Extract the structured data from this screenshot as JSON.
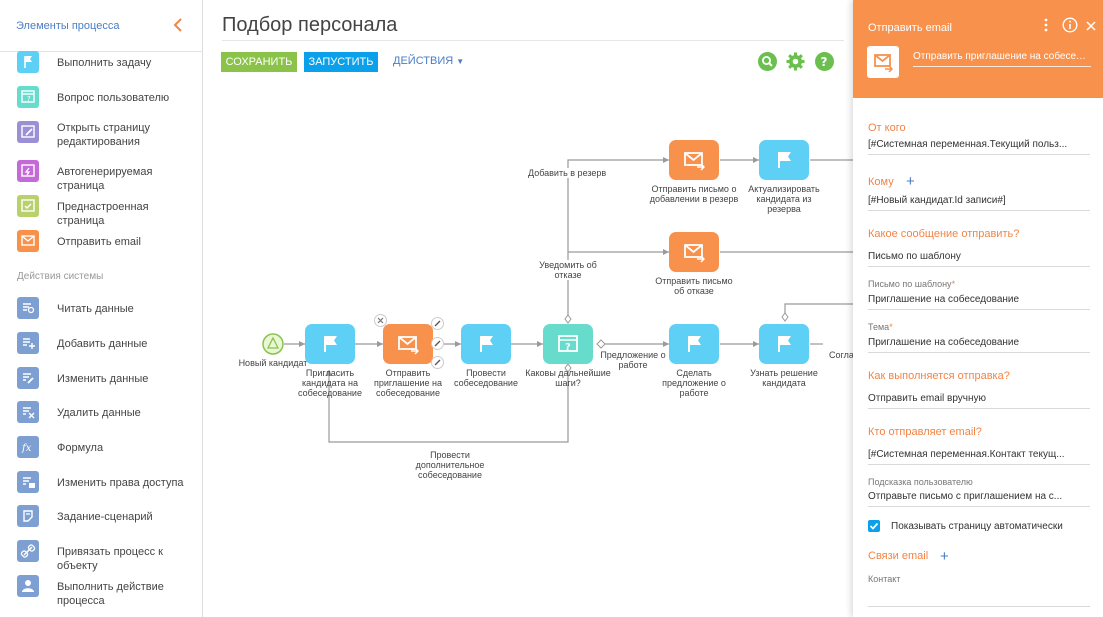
{
  "sidebar": {
    "title": "Элементы процесса",
    "section_system": "Действия системы",
    "items": [
      {
        "label": "Выполнить задачу",
        "icon": "flag-icon",
        "color": "#5ed0f5"
      },
      {
        "label": "Вопрос пользователю",
        "icon": "question-page-icon",
        "color": "#67dccd"
      },
      {
        "label": "Открыть страницу редактирования",
        "icon": "edit-page-icon",
        "color": "#9b8fd6"
      },
      {
        "label": "Автогенерируемая страница",
        "icon": "auto-page-icon",
        "color": "#c46ad8"
      },
      {
        "label": "Преднастроенная страница",
        "icon": "preset-page-icon",
        "color": "#b9d16d"
      },
      {
        "label": "Отправить email",
        "icon": "mail-icon",
        "color": "#f7914c"
      },
      {
        "label": "Читать данные",
        "icon": "read-data-icon",
        "color": "#7d9fd1"
      },
      {
        "label": "Добавить данные",
        "icon": "add-data-icon",
        "color": "#7d9fd1"
      },
      {
        "label": "Изменить данные",
        "icon": "edit-data-icon",
        "color": "#7d9fd1"
      },
      {
        "label": "Удалить данные",
        "icon": "delete-data-icon",
        "color": "#7d9fd1"
      },
      {
        "label": "Формула",
        "icon": "formula-icon",
        "color": "#7d9fd1"
      },
      {
        "label": "Изменить права доступа",
        "icon": "access-rights-icon",
        "color": "#7d9fd1"
      },
      {
        "label": "Задание-сценарий",
        "icon": "script-task-icon",
        "color": "#7d9fd1"
      },
      {
        "label": "Привязать процесс к объекту",
        "icon": "link-process-icon",
        "color": "#7d9fd1"
      },
      {
        "label": "Выполнить действие процесса",
        "icon": "user-action-icon",
        "color": "#7d9fd1"
      }
    ]
  },
  "header": {
    "title": "Подбор персонала",
    "save_label": "СОХРАНИТЬ",
    "run_label": "ЗАПУСТИТЬ",
    "actions_label": "ДЕЙСТВИЯ",
    "icons": [
      "search-icon",
      "gear-icon",
      "help-icon"
    ]
  },
  "diagram": {
    "nodes": {
      "start": "Новый кандидат",
      "invite": "Пригласить кандидата на собеседование",
      "send_invite": "Отправить приглашение на собеседование",
      "interview": "Провести собеседование",
      "next_steps": "Каковы дальнейшие шаги?",
      "send_reserve": "Отправить письмо о добавлении в резерв",
      "update_reserve": "Актуализировать кандидата из резерва",
      "send_reject": "Отправить письмо об отказе",
      "make_offer": "Сделать предложение о работе",
      "learn_decision": "Узнать решение кандидата"
    },
    "edges": {
      "reserve": "Добавить в резерв",
      "notify_reject": "Уведомить об отказе",
      "offer": "Предложение о работе",
      "extra_interview": "Провести дополнительное собеседование",
      "agree_partial": "Согла"
    }
  },
  "panel": {
    "title": "Отправить email",
    "element_name": "Отправить приглашение на собеседование",
    "from_label": "От кого",
    "from_value": "[#Системная переменная.Текущий польз...",
    "to_label": "Кому",
    "to_value": "[#Новый кандидат.Id записи#]",
    "message_label": "Какое сообщение отправить?",
    "message_value": "Письмо по шаблону",
    "template_label": "Письмо по шаблону",
    "template_value": "Приглашение на собеседование",
    "subject_label": "Тема",
    "subject_value": "Приглашение на собеседование",
    "send_mode_label": "Как выполняется отправка?",
    "send_mode_value": "Отправить email вручную",
    "sender_label": "Кто отправляет email?",
    "sender_value": "[#Системная переменная.Контакт текущ...",
    "hint_label": "Подсказка пользователю",
    "hint_value": "Отправьте письмо с приглашением на с...",
    "show_page_label": "Показывать страницу автоматически",
    "show_page_checked": true,
    "links_label": "Связи email",
    "contact_label": "Контакт",
    "contact_value": ""
  },
  "colors": {
    "accent_orange": "#f7914c",
    "accent_blue": "#0ba1ea",
    "save_green": "#8bc34a",
    "flag_blue": "#5ed0f5",
    "question_teal": "#67dccd",
    "link_blue": "#4a7dc4",
    "header_icons_green": "#6bbf4e"
  }
}
